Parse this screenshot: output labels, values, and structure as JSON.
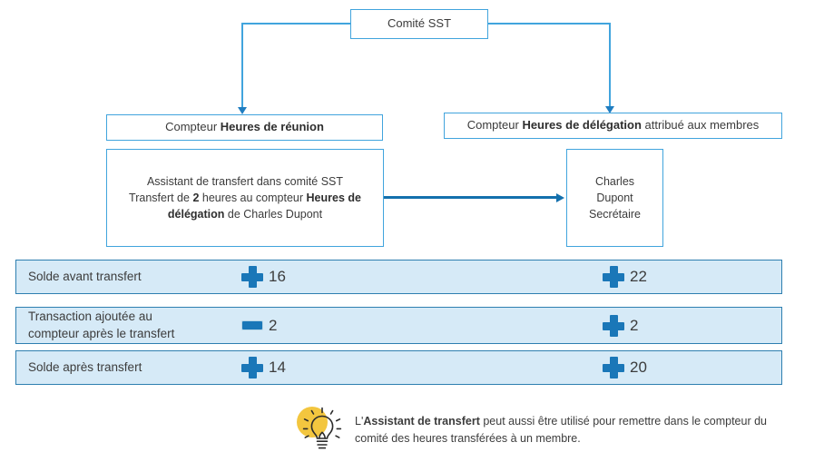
{
  "diagram": {
    "root_box": {
      "label": "Comité SST"
    },
    "counter_boxes": [
      {
        "prefix": "Compteur ",
        "strong": "Heures de réunion",
        "suffix": ""
      },
      {
        "prefix": "Compteur ",
        "strong": "Heures de délégation",
        "suffix": " attribué aux membres"
      }
    ],
    "assistant_box": {
      "line1": "Assistant de transfert dans comité SST",
      "line2_a": "Transfert de ",
      "line2_strong_1": "2",
      "line2_b": " heures au compteur ",
      "line2_strong_2": "Heures de",
      "line3_strong": "délégation",
      "line3_b": " de Charles Dupont"
    },
    "member_box": {
      "name": "Charles Dupont",
      "role": "Secrétaire"
    }
  },
  "summary": {
    "rows": [
      {
        "label_line1": "Solde avant transfert",
        "label_line2": "",
        "left": {
          "sign": "plus",
          "value": "16"
        },
        "right": {
          "sign": "plus",
          "value": "22"
        }
      },
      {
        "label_line1": "Transaction ajoutée au",
        "label_line2": "compteur après le transfert",
        "left": {
          "sign": "minus",
          "value": "2"
        },
        "right": {
          "sign": "plus",
          "value": "2"
        }
      },
      {
        "label_line1": "Solde après transfert",
        "label_line2": "",
        "left": {
          "sign": "plus",
          "value": "14"
        },
        "right": {
          "sign": "plus",
          "value": "20"
        }
      }
    ]
  },
  "tip": {
    "icon": "lightbulb-icon",
    "text_a": "L'",
    "text_strong": "Assistant de transfert",
    "text_b": " peut aussi être utilisé pour remettre dans le compteur du comité des heures transférées à un membre."
  },
  "colors": {
    "box_border": "#41a4dd",
    "arrow": "#1470ad",
    "row_fill": "#d6eaf7",
    "row_border": "#2e7fb0",
    "sign_blue": "#1a77b8",
    "bulb_yellow": "#f3c63f"
  }
}
